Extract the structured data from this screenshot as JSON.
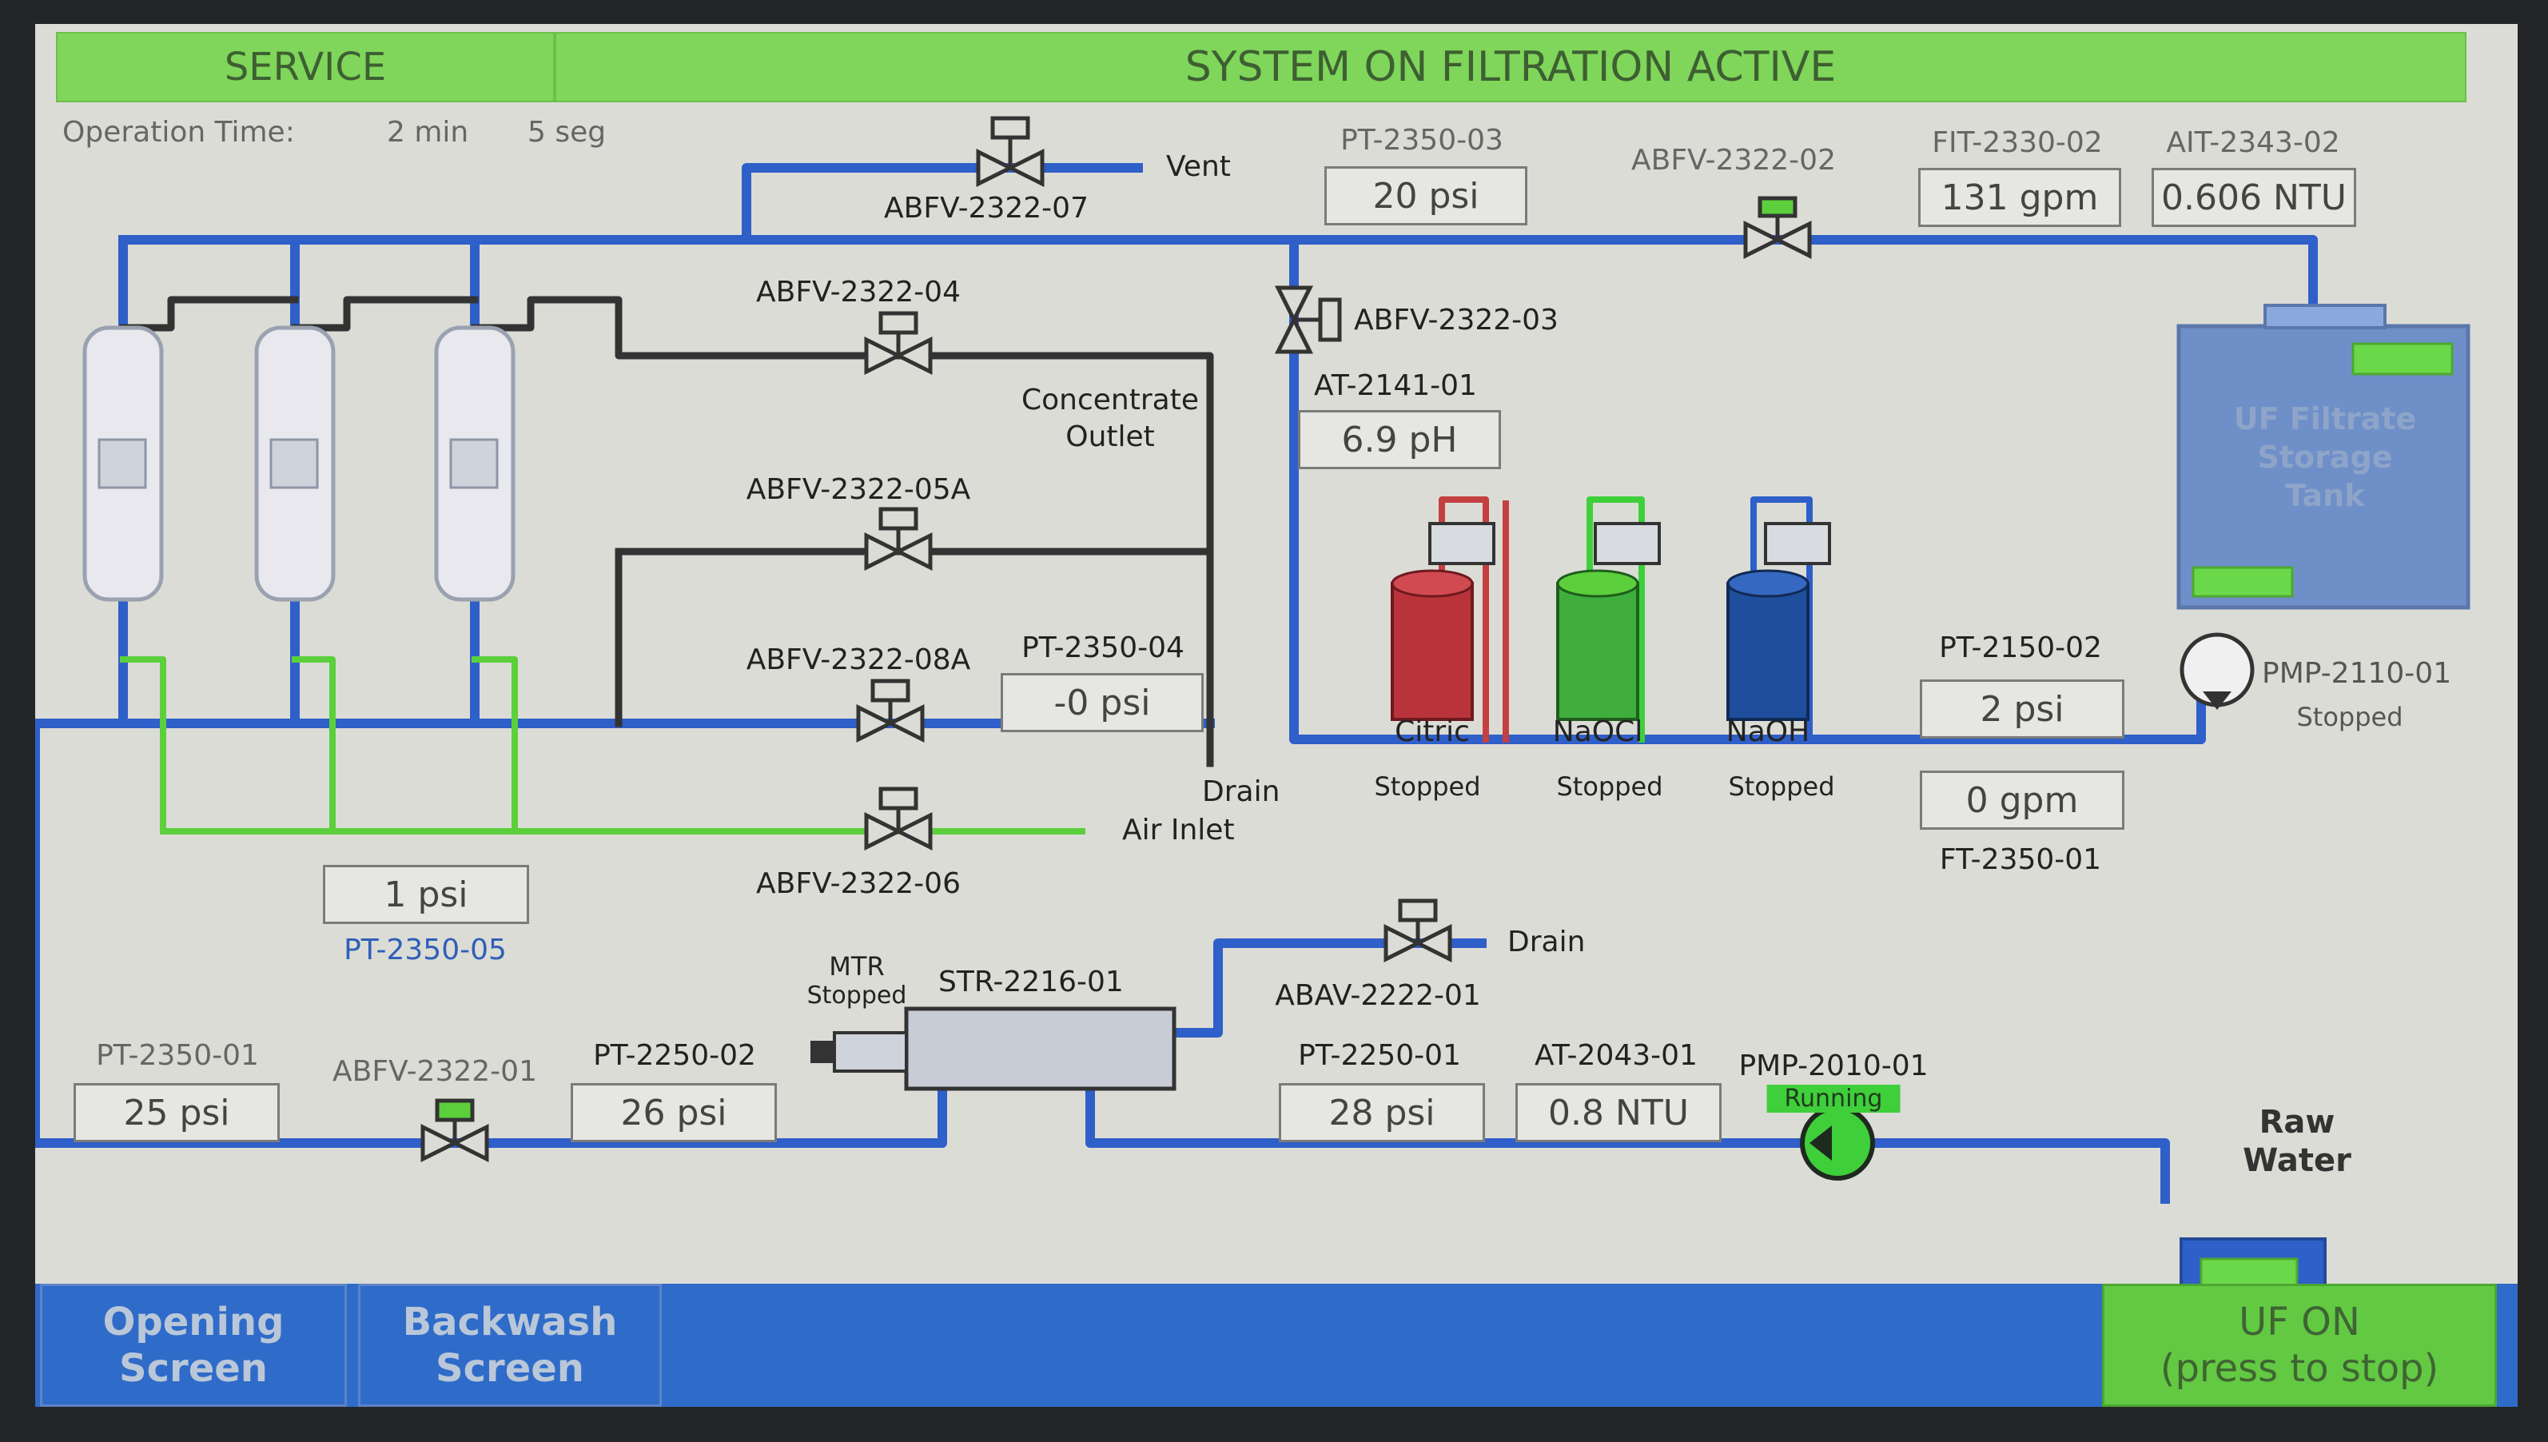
{
  "header": {
    "mode": "SERVICE",
    "status": "SYSTEM ON FILTRATION ACTIVE"
  },
  "operation": {
    "label": "Operation Time:",
    "minutes": "2 min",
    "seconds": "5 seg"
  },
  "valves": {
    "v07": "ABFV-2322-07",
    "v02": "ABFV-2322-02",
    "v04": "ABFV-2322-04",
    "v03": "ABFV-2322-03",
    "v05a": "ABFV-2322-05A",
    "v08a": "ABFV-2322-08A",
    "v06": "ABFV-2322-06",
    "v01": "ABFV-2322-01",
    "abav": "ABAV-2222-01"
  },
  "labels": {
    "vent": "Vent",
    "concentrate": "Concentrate",
    "outlet": "Outlet",
    "drain1": "Drain",
    "air_inlet": "Air Inlet",
    "drain2": "Drain"
  },
  "instruments": {
    "pt_2350_03": {
      "tag": "PT-2350-03",
      "value": "20 psi"
    },
    "fit_2330_02": {
      "tag": "FIT-2330-02",
      "value": "131 gpm"
    },
    "ait_2343_02": {
      "tag": "AIT-2343-02",
      "value": "0.606 NTU"
    },
    "at_2141_01": {
      "tag": "AT-2141-01",
      "value": "6.9 pH"
    },
    "pt_2350_04": {
      "tag": "PT-2350-04",
      "value": "-0 psi"
    },
    "pt_2150_02": {
      "tag": "PT-2150-02",
      "value": "2 psi"
    },
    "ft_2350_01": {
      "tag": "FT-2350-01",
      "value": "0 gpm"
    },
    "pt_2350_05": {
      "tag": "PT-2350-05",
      "value": "1 psi"
    },
    "pt_2350_01": {
      "tag": "PT-2350-01",
      "value": "25 psi"
    },
    "pt_2250_02": {
      "tag": "PT-2250-02",
      "value": "26 psi"
    },
    "pt_2250_01": {
      "tag": "PT-2250-01",
      "value": "28 psi"
    },
    "at_2043_01": {
      "tag": "AT-2043-01",
      "value": "0.8 NTU"
    }
  },
  "chemicals": [
    {
      "name": "Citric",
      "status": "Stopped",
      "color": "#b8333a"
    },
    {
      "name": "NaOCl",
      "status": "Stopped",
      "color": "#3fae3c"
    },
    {
      "name": "NaOH",
      "status": "Stopped",
      "color": "#1f4f9c"
    }
  ],
  "tank": {
    "line1": "UF Filtrate",
    "line2": "Storage",
    "line3": "Tank"
  },
  "pumps": {
    "filtrate": {
      "tag": "PMP-2110-01",
      "status": "Stopped"
    },
    "feed": {
      "tag": "PMP-2010-01",
      "status": "Running"
    }
  },
  "strainer": {
    "tag": "STR-2216-01",
    "motor": "MTR",
    "motor_status": "Stopped"
  },
  "raw_water": {
    "line1": "Raw",
    "line2": "Water"
  },
  "buttons": {
    "opening": {
      "line1": "Opening",
      "line2": "Screen"
    },
    "backwash": {
      "line1": "Backwash",
      "line2": "Screen"
    },
    "uf": {
      "line1": "UF ON",
      "line2": "(press to stop)"
    }
  },
  "colors": {
    "water_pipe": "#2f5fc8",
    "air_pipe": "#5ccf3c",
    "concentrate_pipe": "#333333",
    "running": "#3fcf3a",
    "header": "#7fd65a"
  }
}
